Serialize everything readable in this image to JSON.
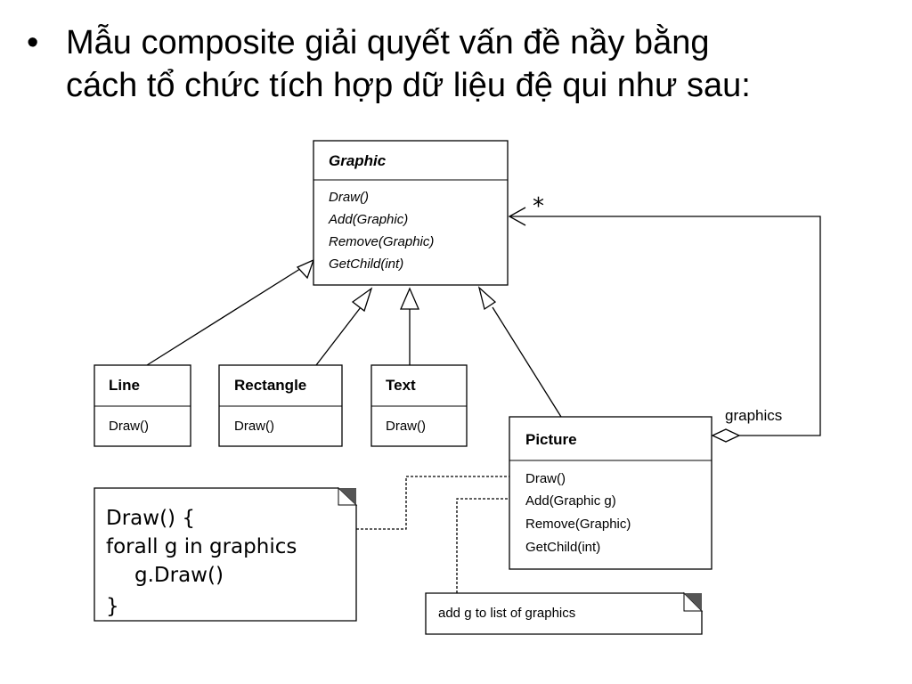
{
  "slide": {
    "bullet_char": "•",
    "text_line1": "Mẫu composite giải quyết vấn đề nầy bằng",
    "text_line2": "cách tổ chức tích hợp dữ liệu đệ qui như sau:"
  },
  "diagram": {
    "graphic": {
      "name": "Graphic",
      "operations": [
        "Draw()",
        "Add(Graphic)",
        "Remove(Graphic)",
        "GetChild(int)"
      ]
    },
    "line": {
      "name": "Line",
      "operation": "Draw()"
    },
    "rectangle": {
      "name": "Rectangle",
      "operation": "Draw()"
    },
    "text": {
      "name": "Text",
      "operation": "Draw()"
    },
    "picture": {
      "name": "Picture",
      "operations": [
        "Draw()",
        "Add(Graphic g)",
        "Remove(Graphic)",
        "GetChild(int)"
      ]
    },
    "association": {
      "label": "graphics",
      "multiplicity": "*"
    },
    "note_draw": [
      "Draw() {",
      "forall g in graphics",
      "g.Draw()",
      "}"
    ],
    "note_add": "add g to list of graphics"
  }
}
